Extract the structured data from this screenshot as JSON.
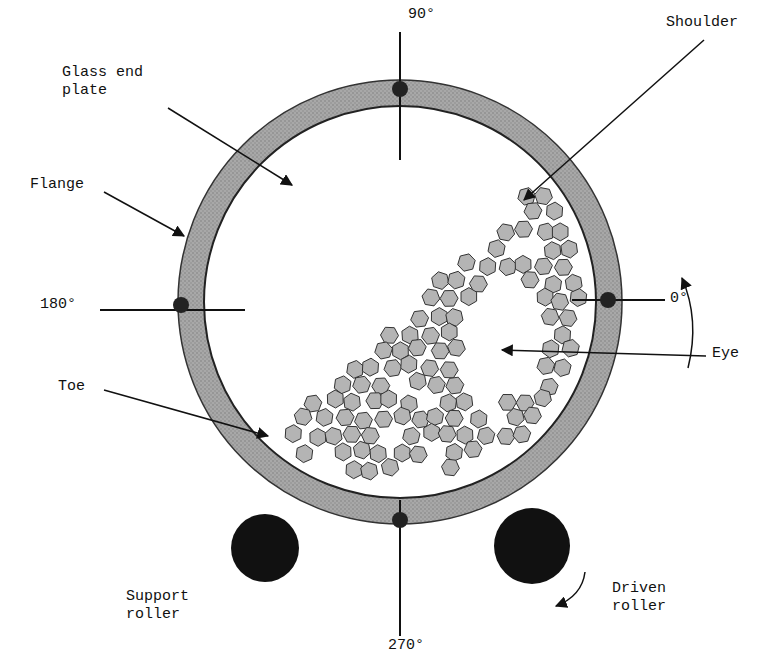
{
  "diagram": {
    "labels": [
      "90°",
      "Glass end plate",
      "Shoulder",
      "Flange",
      "180°",
      "0°",
      "Eye",
      "Toe",
      "Support roller",
      "Driven roller",
      "270°"
    ]
  }
}
